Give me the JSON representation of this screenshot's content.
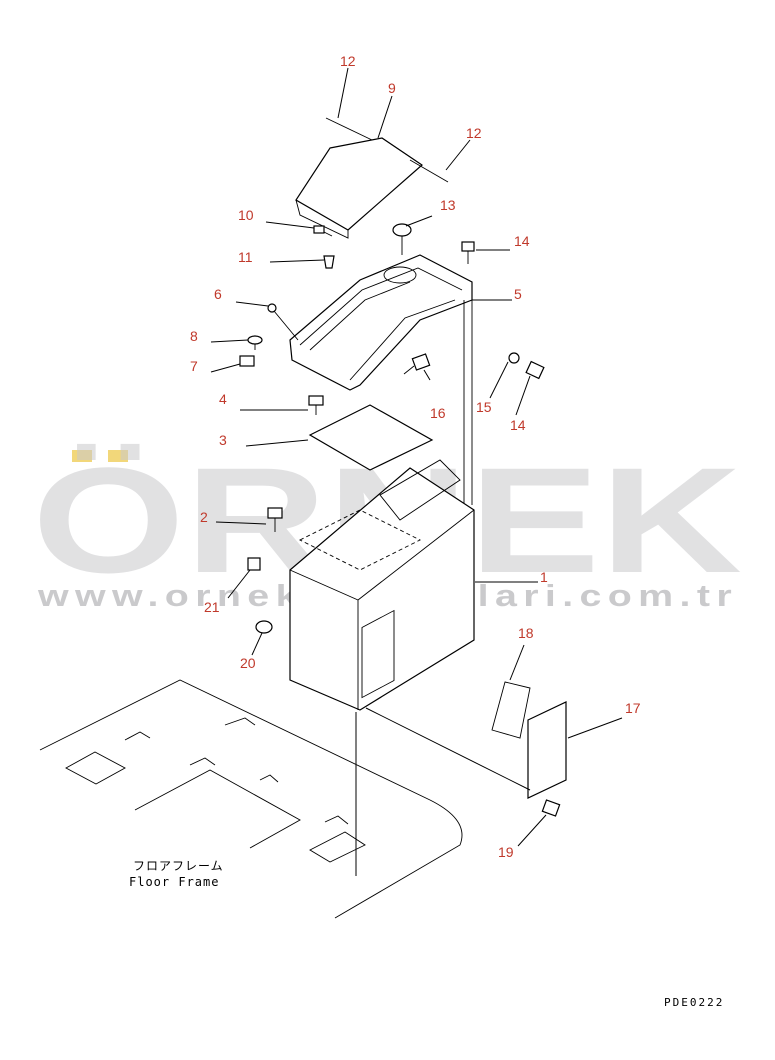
{
  "callouts": [
    {
      "id": "c12a",
      "label": "12"
    },
    {
      "id": "c9",
      "label": "9"
    },
    {
      "id": "c12b",
      "label": "12"
    },
    {
      "id": "c10",
      "label": "10"
    },
    {
      "id": "c13",
      "label": "13"
    },
    {
      "id": "c11",
      "label": "11"
    },
    {
      "id": "c14a",
      "label": "14"
    },
    {
      "id": "c6",
      "label": "6"
    },
    {
      "id": "c5",
      "label": "5"
    },
    {
      "id": "c8",
      "label": "8"
    },
    {
      "id": "c7",
      "label": "7"
    },
    {
      "id": "c16",
      "label": "16"
    },
    {
      "id": "c15",
      "label": "15"
    },
    {
      "id": "c14b",
      "label": "14"
    },
    {
      "id": "c4",
      "label": "4"
    },
    {
      "id": "c3",
      "label": "3"
    },
    {
      "id": "c2",
      "label": "2"
    },
    {
      "id": "c1",
      "label": "1"
    },
    {
      "id": "c21",
      "label": "21"
    },
    {
      "id": "c18",
      "label": "18"
    },
    {
      "id": "c20",
      "label": "20"
    },
    {
      "id": "c17",
      "label": "17"
    },
    {
      "id": "c19",
      "label": "19"
    }
  ],
  "floor_label_jp": "フロアフレーム",
  "floor_label_en": "Floor Frame",
  "drawing_code": "PDE0222",
  "watermark": {
    "brand": "ÖRNEK",
    "url": "www.ornekmakinalari.com.tr",
    "color_text": "#c9c9cc",
    "color_accent": "#f2d77a"
  },
  "label_color": "#c0392b"
}
